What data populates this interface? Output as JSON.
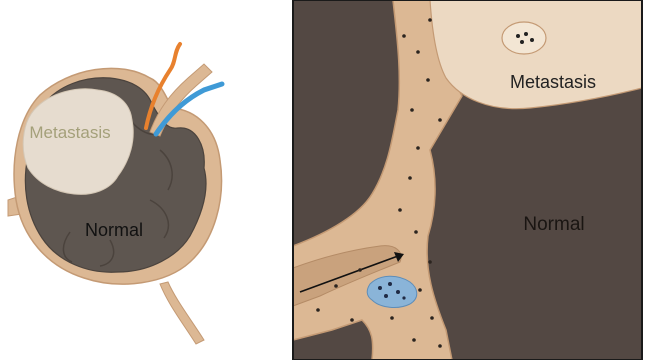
{
  "left_panel": {
    "metastasis_label": "Metastasis",
    "normal_label": "Normal"
  },
  "right_panel": {
    "metastasis_label": "Metastasis",
    "normal_label": "Normal"
  },
  "colors": {
    "tissue_tan": "#dcb894",
    "tissue_tan_dark": "#c49a74",
    "normal_node_gray": "#5e5650",
    "normal_node_dark": "#4b433d",
    "metastasis_cream": "#e6dccf",
    "metastasis_label_olive": "#a4a07a",
    "vessel_orange": "#e8812e",
    "vessel_blue": "#3f9ad6",
    "right_normal_brown": "#534843",
    "panel_border": "#1a1a1a",
    "text_dark": "#222222"
  }
}
